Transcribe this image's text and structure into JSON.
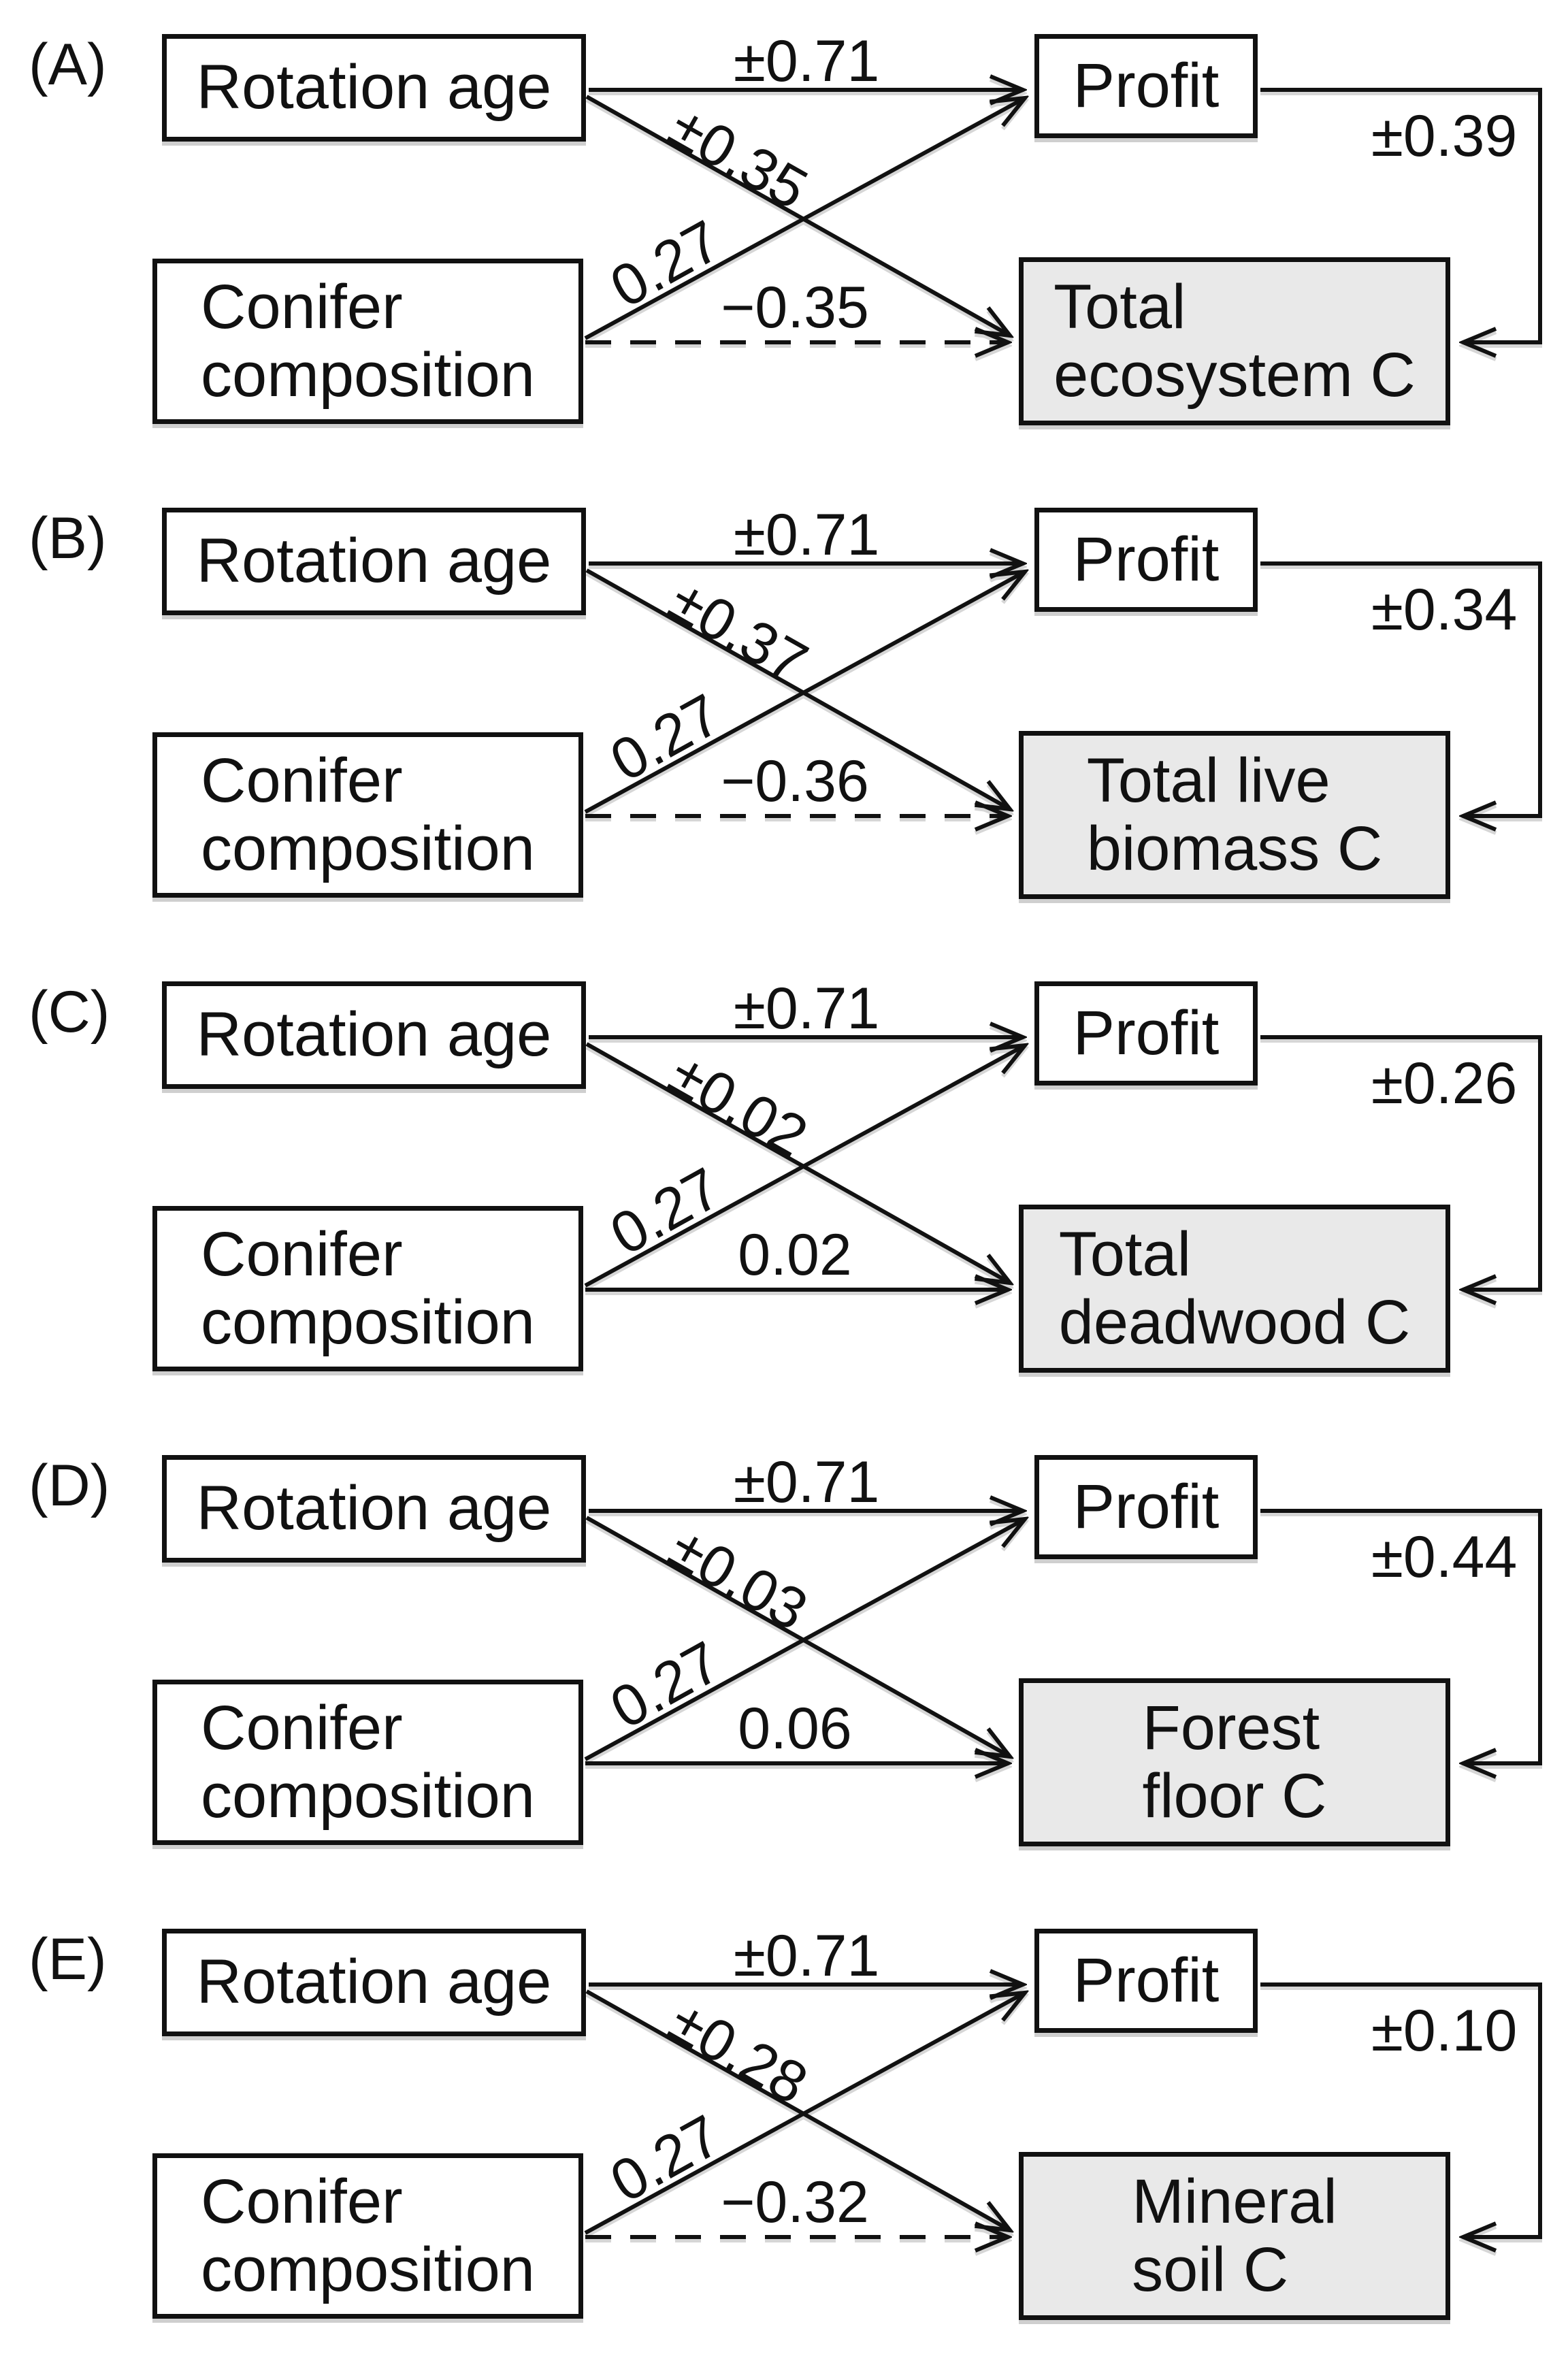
{
  "figure": {
    "type": "path-analysis-diagram",
    "colors": {
      "background": "#ffffff",
      "box_border": "#111111",
      "carbon_box_fill": "#e9e9e9",
      "line": "#111111",
      "text": "#111111"
    },
    "panels": [
      {
        "label": "(A)",
        "boxes": {
          "rotation_age": "Rotation age",
          "conifer": [
            "Conifer",
            "composition"
          ],
          "profit": "Profit",
          "carbon": [
            "Total",
            "ecosystem C"
          ]
        },
        "coefficients": {
          "rotation_to_profit": "±0.71",
          "rotation_to_c": "±0.35",
          "conifer_to_profit": "0.27",
          "conifer_to_c": "−0.35",
          "profit_to_c": "±0.39"
        },
        "line_styles": {
          "conifer_to_c": "dashed"
        }
      },
      {
        "label": "(B)",
        "boxes": {
          "rotation_age": "Rotation age",
          "conifer": [
            "Conifer",
            "composition"
          ],
          "profit": "Profit",
          "carbon": [
            "Total live",
            "biomass C"
          ]
        },
        "coefficients": {
          "rotation_to_profit": "±0.71",
          "rotation_to_c": "±0.37",
          "conifer_to_profit": "0.27",
          "conifer_to_c": "−0.36",
          "profit_to_c": "±0.34"
        },
        "line_styles": {
          "conifer_to_c": "dashed"
        }
      },
      {
        "label": "(C)",
        "boxes": {
          "rotation_age": "Rotation age",
          "conifer": [
            "Conifer",
            "composition"
          ],
          "profit": "Profit",
          "carbon": [
            "Total",
            "deadwood C"
          ]
        },
        "coefficients": {
          "rotation_to_profit": "±0.71",
          "rotation_to_c": "±0.02",
          "conifer_to_profit": "0.27",
          "conifer_to_c": "0.02",
          "profit_to_c": "±0.26"
        },
        "line_styles": {
          "conifer_to_c": "solid"
        }
      },
      {
        "label": "(D)",
        "boxes": {
          "rotation_age": "Rotation age",
          "conifer": [
            "Conifer",
            "composition"
          ],
          "profit": "Profit",
          "carbon": [
            "Forest",
            "floor C"
          ]
        },
        "coefficients": {
          "rotation_to_profit": "±0.71",
          "rotation_to_c": "±0.03",
          "conifer_to_profit": "0.27",
          "conifer_to_c": "0.06",
          "profit_to_c": "±0.44"
        },
        "line_styles": {
          "conifer_to_c": "solid"
        }
      },
      {
        "label": "(E)",
        "boxes": {
          "rotation_age": "Rotation age",
          "conifer": [
            "Conifer",
            "composition"
          ],
          "profit": "Profit",
          "carbon": [
            "Mineral",
            "soil C"
          ]
        },
        "coefficients": {
          "rotation_to_profit": "±0.71",
          "rotation_to_c": "±0.28",
          "conifer_to_profit": "0.27",
          "conifer_to_c": "−0.32",
          "profit_to_c": "±0.10"
        },
        "line_styles": {
          "conifer_to_c": "dashed"
        }
      }
    ]
  }
}
